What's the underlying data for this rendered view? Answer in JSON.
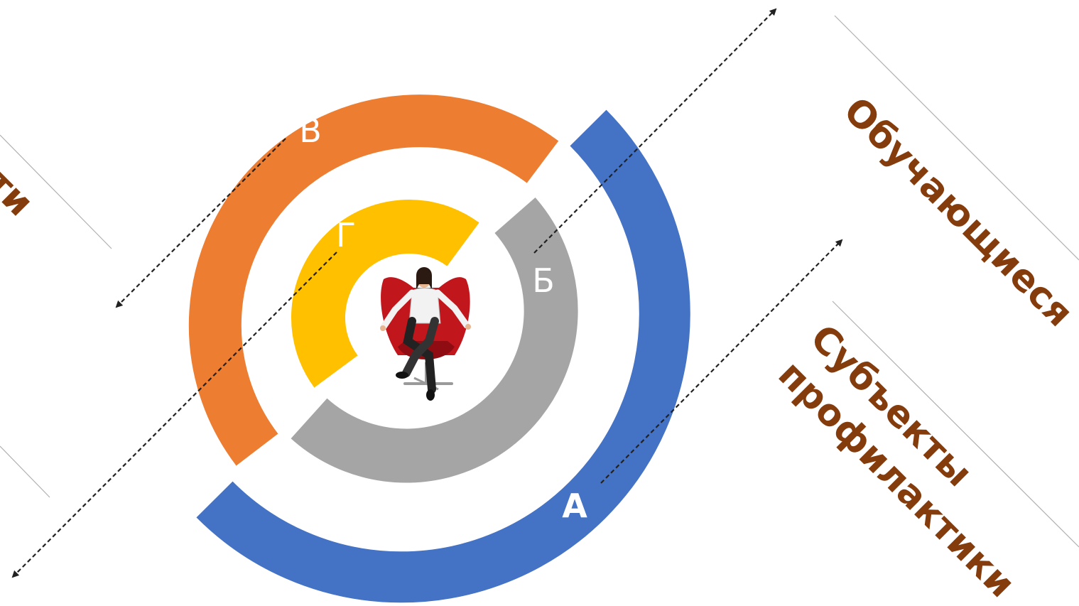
{
  "labels": {
    "obuchayushchiesya": "Обучающиеся",
    "subekty_line1": "Субъекты",
    "subekty_line2": "профилактики",
    "left_partial": "ти"
  },
  "rings": {
    "a": {
      "letter": "А",
      "color": "#4472c4"
    },
    "b": {
      "letter": "Б",
      "color": "#a5a5a5"
    },
    "v": {
      "letter": "В",
      "color": "#ed7d31"
    },
    "g": {
      "letter": "Г",
      "color": "#ffc000"
    }
  },
  "colors": {
    "label_text": "#843c0c",
    "arrow": "#222222",
    "divider_line": "#b0b0b0"
  },
  "icons": {
    "center": "person-in-armchair-icon"
  }
}
